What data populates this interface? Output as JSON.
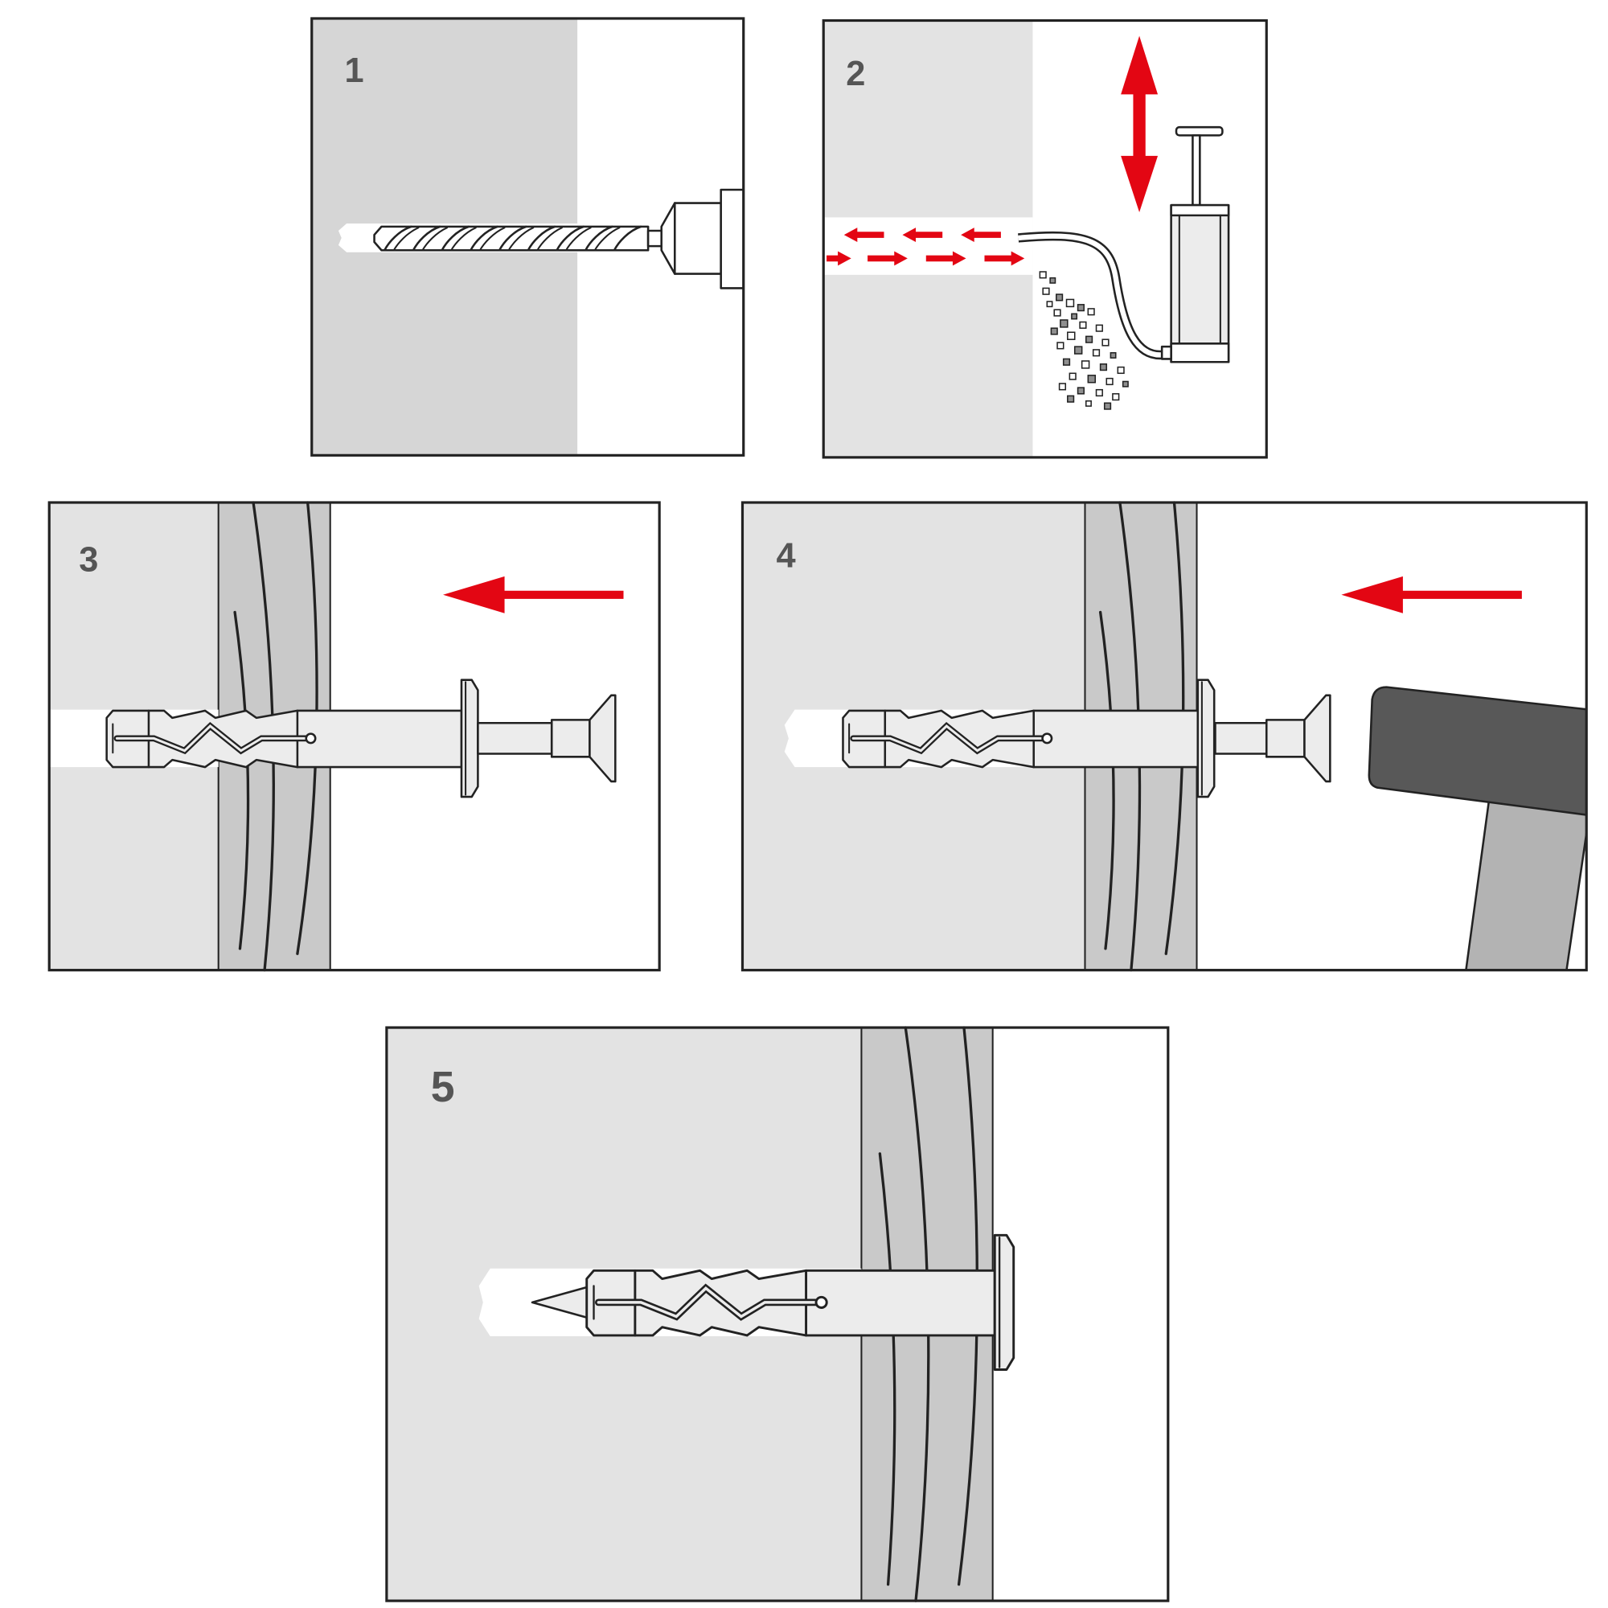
{
  "steps": [
    {
      "number": "1"
    },
    {
      "number": "2"
    },
    {
      "number": "3"
    },
    {
      "number": "4"
    },
    {
      "number": "5"
    }
  ],
  "colors": {
    "accent": "#e30613",
    "wall": "#e3e3e3",
    "wall_dark": "#d6d6d6",
    "board": "#c9c9c9",
    "outline": "#222222",
    "label": "#555555",
    "hammer_head": "#585858",
    "hammer_handle": "#b3b3b3"
  },
  "icons": [
    "drill-bit-icon",
    "hand-pump-icon",
    "red-arrow-icon",
    "wall-plug-icon",
    "hammer-icon"
  ]
}
